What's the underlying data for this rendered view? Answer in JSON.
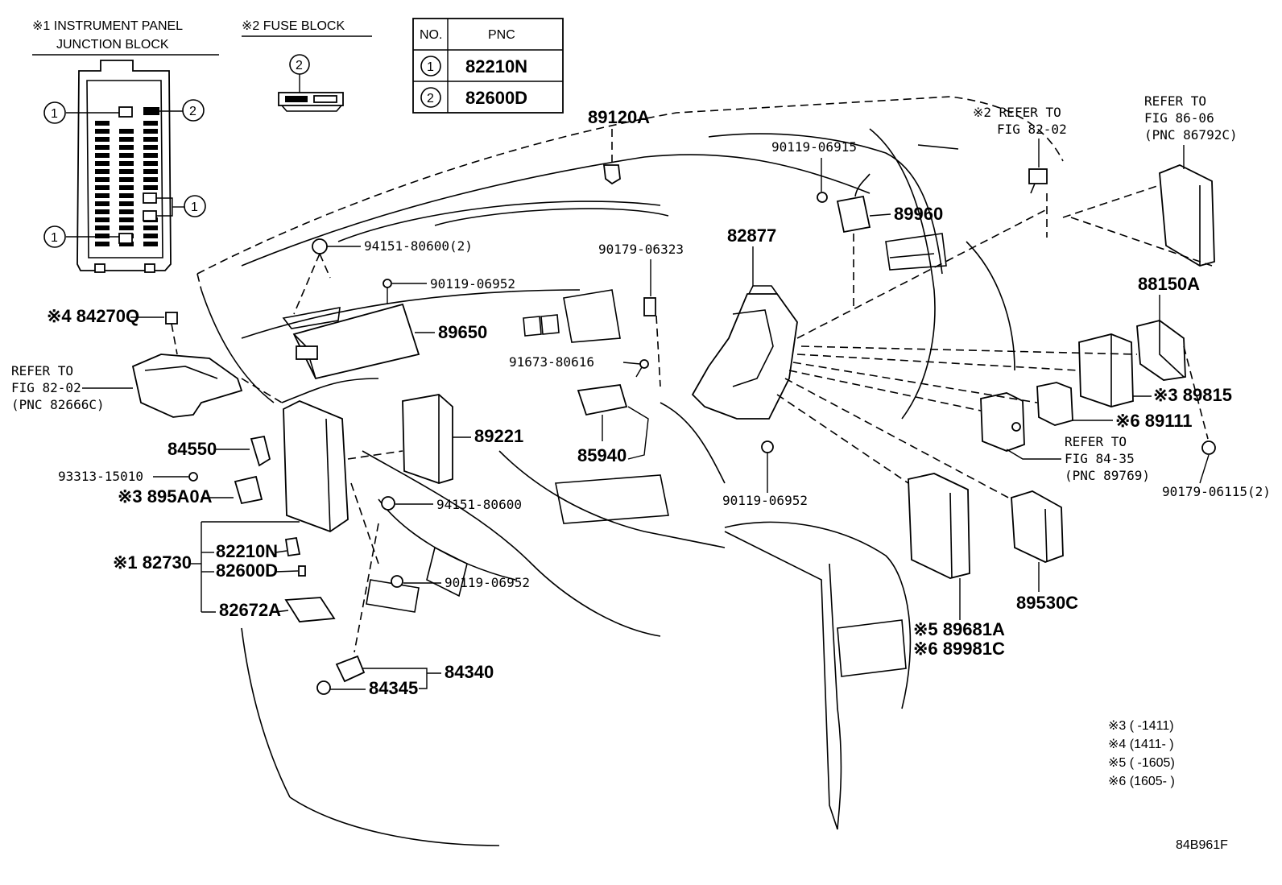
{
  "headers": {
    "junction_line1": "※1 INSTRUMENT PANEL",
    "junction_line2": "JUNCTION BLOCK",
    "fuse": "※2  FUSE BLOCK"
  },
  "pnc_table": {
    "col_no": "NO.",
    "col_pnc": "PNC",
    "rows": [
      {
        "no": "1",
        "pnc": "82210N"
      },
      {
        "no": "2",
        "pnc": "82600D"
      }
    ]
  },
  "callouts": {
    "one": "1",
    "two": "2"
  },
  "refs": {
    "fig8202_top": [
      "※2 REFER TO",
      "FIG 82-02"
    ],
    "fig8606": [
      "REFER TO",
      "FIG 86-06",
      "(PNC 86792C)"
    ],
    "fig8202_left": [
      "REFER TO",
      "FIG 82-02",
      "(PNC 82666C)"
    ],
    "fig8435": [
      "REFER TO",
      "FIG 84-35",
      "(PNC 89769)"
    ]
  },
  "parts": {
    "p89120A": "89120A",
    "p90119_06915": "90119-06915",
    "p89960": "89960",
    "p82877": "82877",
    "p94151_80600_2": "94151-80600(2)",
    "p90179_06323": "90179-06323",
    "p90119_06952_a": "90119-06952",
    "p84270Q": "※4 84270Q",
    "p89650": "89650",
    "p88150A": "88150A",
    "p91673_80616": "91673-80616",
    "p89815": "※3 89815",
    "p89221": "89221",
    "p89111": "※6 89111",
    "p84550": "84550",
    "p85940": "85940",
    "p93313_15010": "93313-15010",
    "p895A0A": "※3 895A0A",
    "p94151_80600": "94151-80600",
    "p90119_06952_b": "90119-06952",
    "p90179_06115_2": "90179-06115(2)",
    "p82730": "※1  82730",
    "p82210N": "82210N",
    "p82600D": "82600D",
    "p82672A": "82672A",
    "p90119_06952_c": "90119-06952",
    "p89530C": "89530C",
    "p89681A": "※5 89681A",
    "p89981C": "※6 89981C",
    "p84340": "84340",
    "p84345": "84345"
  },
  "notes": [
    "※3 (       -1411)",
    "※4 (1411-       )",
    "※5 (       -1605)",
    "※6 (1605-       )"
  ],
  "figure_id": "84B961F"
}
